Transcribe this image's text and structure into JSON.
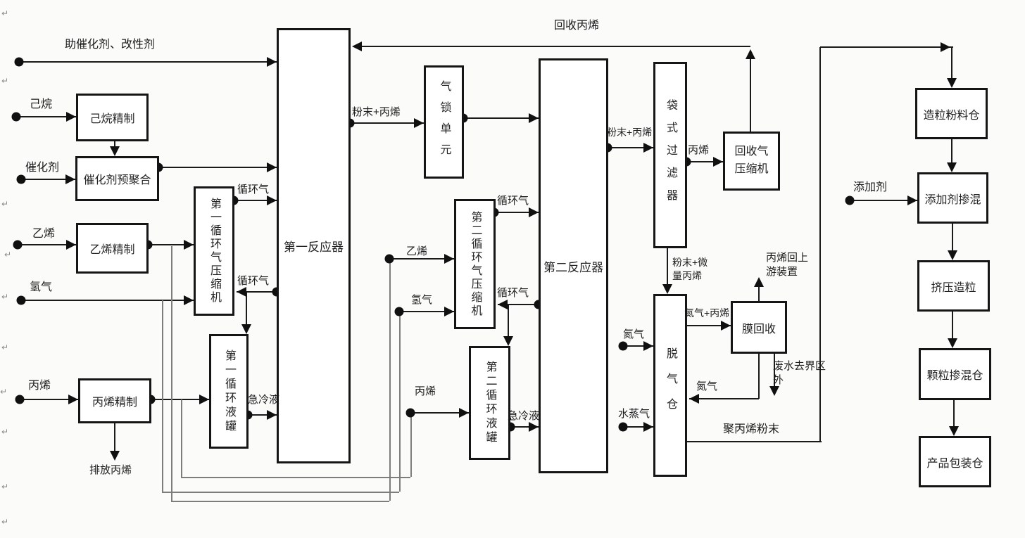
{
  "nodes": {
    "hexane_refining": {
      "label": "己烷精制"
    },
    "catalyst_prepolymerization": {
      "label": "催化剂预聚合"
    },
    "ethylene_refining": {
      "label": "乙烯精制"
    },
    "propylene_refining": {
      "label": "丙烯精制"
    },
    "first_cycle_gas_compressor": {
      "label": "第一循环气压缩机"
    },
    "first_cycle_liquid_tank": {
      "label": "第一循环液罐"
    },
    "first_reactor": {
      "label": "第一反应器"
    },
    "gas_lock_unit": {
      "label": "气锁单元"
    },
    "second_cycle_gas_compressor": {
      "label": "第二循环气压缩机"
    },
    "second_cycle_liquid_tank": {
      "label": "第二循环液罐"
    },
    "second_reactor": {
      "label": "第二反应器"
    },
    "bag_filter": {
      "label": "袋式过滤器"
    },
    "recovery_gas_compressor": {
      "label": "回收气压缩机"
    },
    "degassing_bin": {
      "label": "脱气仓"
    },
    "membrane_recovery": {
      "label": "膜回收"
    },
    "pellet_powder_silo": {
      "label": "造粒粉料仓"
    },
    "additive_blending": {
      "label": "添加剂掺混"
    },
    "extrusion_pelletizing": {
      "label": "挤压造粒"
    },
    "pellet_blending_silo": {
      "label": "颗粒掺混仓"
    },
    "product_packaging_silo": {
      "label": "产品包装仓"
    }
  },
  "streams": {
    "cocatalyst_modifier": "助催化剂、改性剂",
    "hexane": "己烷",
    "catalyst": "催化剂",
    "ethylene": "乙烯",
    "hydrogen": "氢气",
    "propylene": "丙烯",
    "vent_propylene": "排放丙烯",
    "cycle_gas": "循环气",
    "quench_liquid": "急冷液",
    "powder_propylene": "粉末+丙烯",
    "recycled_propylene": "回收丙烯",
    "powder_trace_propylene": "粉末+微量丙烯",
    "nitrogen": "氮气",
    "steam": "水蒸气",
    "nitrogen_propylene": "氮气+丙烯",
    "propylene_to_upstream": "丙烯回上游装置",
    "wastewater_outside": "废水去界区外",
    "pp_powder": "聚丙烯粉末",
    "additive": "添加剂"
  },
  "decor": {
    "return_mark": "↵"
  }
}
